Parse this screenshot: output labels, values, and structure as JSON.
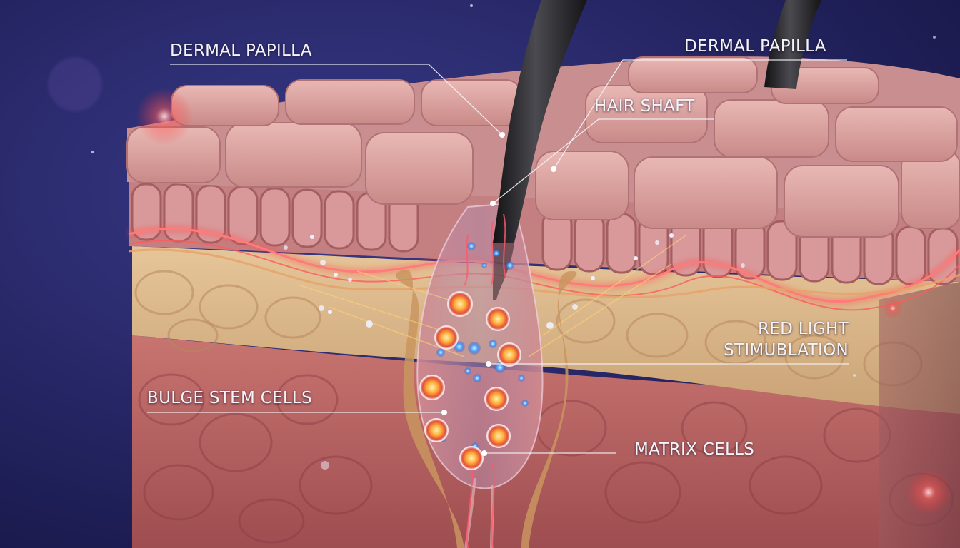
{
  "labels": {
    "dermal_papilla_left": "DERMAL PAPILLA",
    "dermal_papilla_right": "DERMAL PAPILLA",
    "hair_shaft": "HAIR SHAFT",
    "red_light_line1": "RED LIGHT",
    "red_light_line2": "STIMUBLATION",
    "bulge_stem_cells": "BULGE STEM CELLS",
    "matrix_cells": "MATRIX CELLS"
  },
  "colors": {
    "background": "#1f1f5c",
    "epidermis": "#d99a98",
    "dermis_upper": "#d8b486",
    "dermis_lower": "#b8605f",
    "hair_shaft": "#2a2a2c",
    "red_light_wave": "#ff4a4a",
    "stem_cell_glow": "#ffb13a",
    "blue_particle": "#4aa3ff",
    "label_text": "#f4f4f8"
  }
}
